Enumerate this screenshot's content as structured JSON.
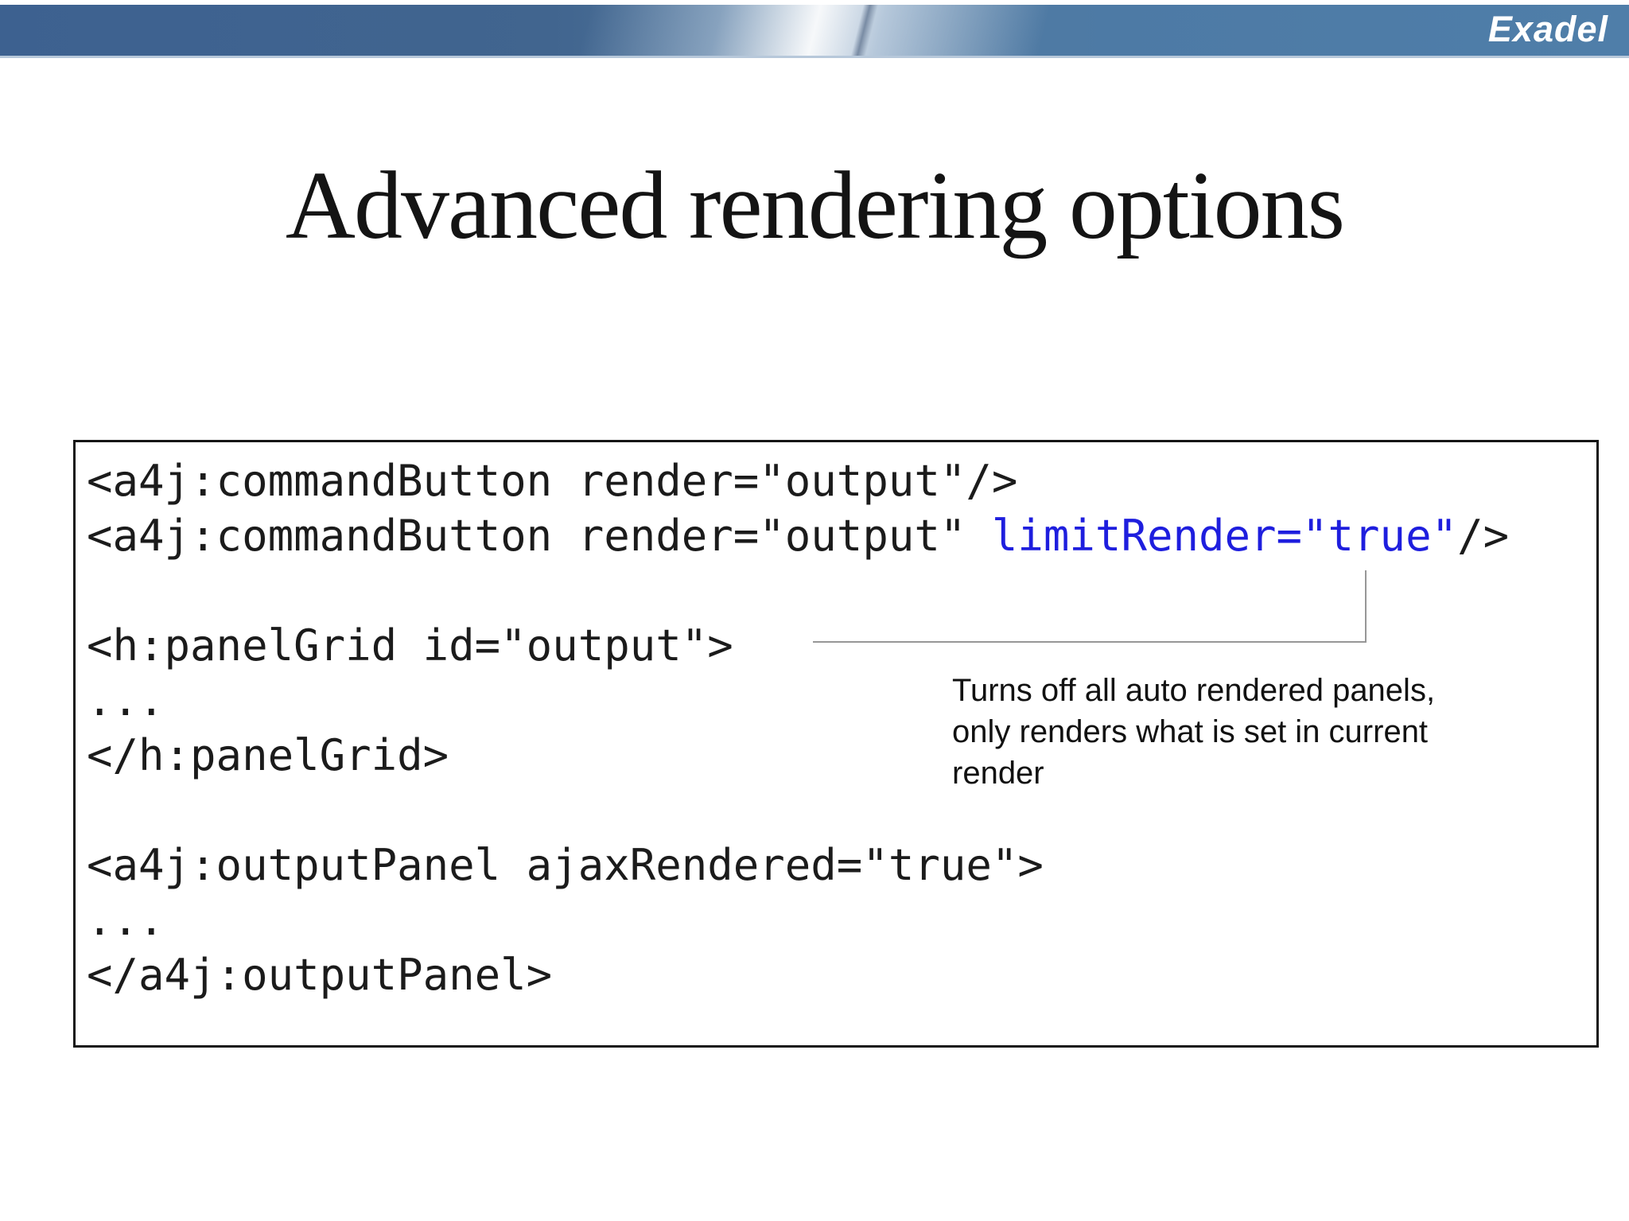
{
  "header": {
    "brand": "Exadel"
  },
  "slide": {
    "title": "Advanced rendering options"
  },
  "code_block": {
    "lines": [
      {
        "parts": [
          {
            "t": "<a4j:commandButton render=\"output\"/>"
          }
        ]
      },
      {
        "parts": [
          {
            "t": "<a4j:commandButton render=\"output\" "
          },
          {
            "t": "limitRender=\"true\"",
            "style": "highlight"
          },
          {
            "t": "/>"
          }
        ]
      },
      {
        "parts": []
      },
      {
        "parts": [
          {
            "t": "<h:panelGrid id=\"output\">"
          }
        ]
      },
      {
        "parts": [
          {
            "t": "..."
          }
        ]
      },
      {
        "parts": [
          {
            "t": "</h:panelGrid>"
          }
        ]
      },
      {
        "parts": []
      },
      {
        "parts": [
          {
            "t": "<a4j:outputPanel ajaxRendered=\"true\">"
          }
        ]
      },
      {
        "parts": [
          {
            "t": "..."
          }
        ]
      },
      {
        "parts": [
          {
            "t": "</a4j:outputPanel>"
          }
        ]
      }
    ]
  },
  "annotation": {
    "lines": [
      "Turns off all auto rendered panels,",
      "only renders what is set in current",
      "render"
    ]
  },
  "colors": {
    "highlight_blue": "#1e1ede",
    "bar_blue_left": "#3d6190",
    "bar_blue_right": "#4f7ea9",
    "connector_gray": "#979797",
    "code_text": "#1b1b1b"
  }
}
